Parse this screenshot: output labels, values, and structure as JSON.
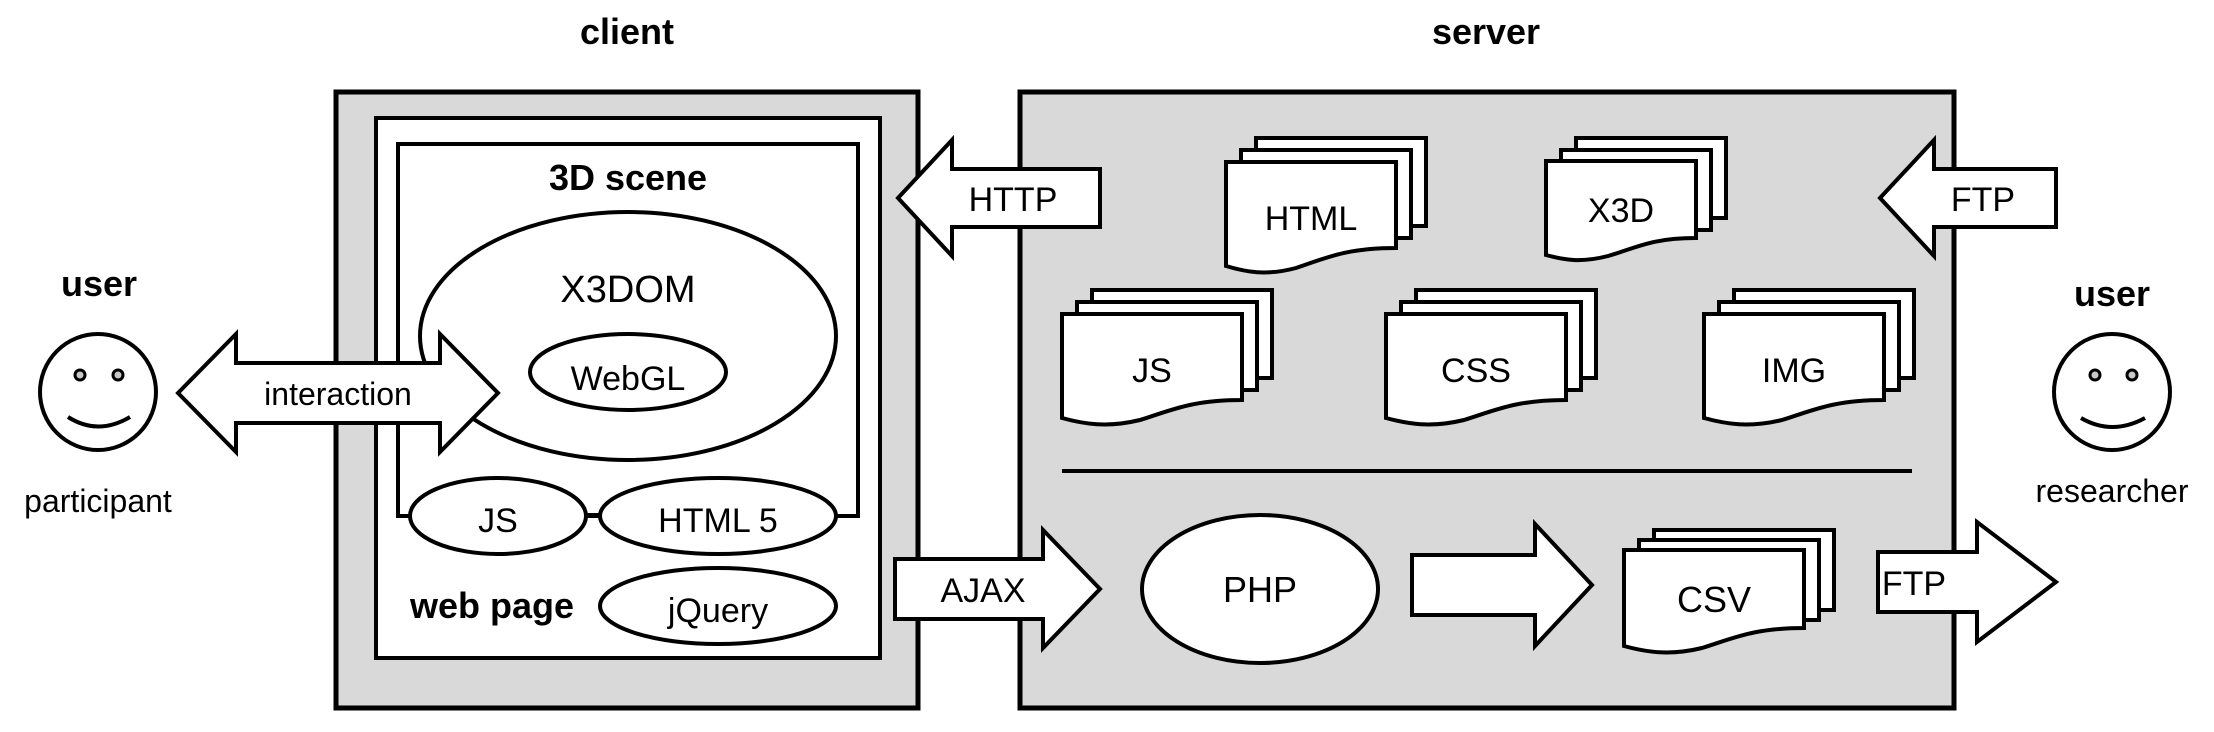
{
  "colors": {
    "panel_fill": "#d9d9d9",
    "shape_fill": "#ffffff",
    "stroke": "#000000",
    "eye_fill": "#c8c8c8"
  },
  "headers": {
    "client": "client",
    "server": "server"
  },
  "users": {
    "left": {
      "title": "user",
      "role": "participant",
      "icon": "smiley-face-icon"
    },
    "right": {
      "title": "user",
      "role": "researcher",
      "icon": "smiley-face-icon"
    }
  },
  "client": {
    "scene_title": "3D scene",
    "web_page_title": "web page",
    "x3dom": "X3DOM",
    "webgl": "WebGL",
    "js": "JS",
    "html5": "HTML 5",
    "jquery": "jQuery"
  },
  "arrows": {
    "interaction": "interaction",
    "http": "HTTP",
    "ajax": "AJAX",
    "ftp_in": "FTP",
    "ftp_out": "FTP"
  },
  "server": {
    "documents_top": [
      "HTML",
      "X3D"
    ],
    "documents_middle": [
      "JS",
      "CSS",
      "IMG"
    ],
    "php": "PHP",
    "csv": "CSV"
  }
}
